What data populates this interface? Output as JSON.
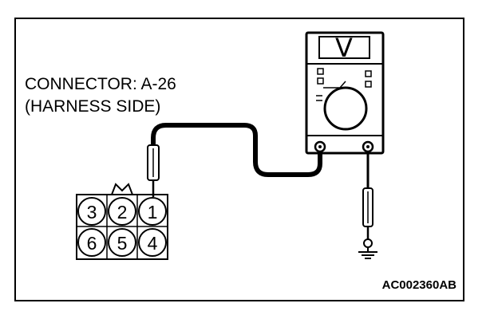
{
  "labels": {
    "connector_line1": "CONNECTOR: A-26",
    "connector_line2": "(HARNESS SIDE)",
    "figure_code": "AC002360AB"
  },
  "meter": {
    "display_symbol": "V"
  },
  "connector": {
    "pins_top": [
      "3",
      "2",
      "1"
    ],
    "pins_bottom": [
      "6",
      "5",
      "4"
    ]
  }
}
